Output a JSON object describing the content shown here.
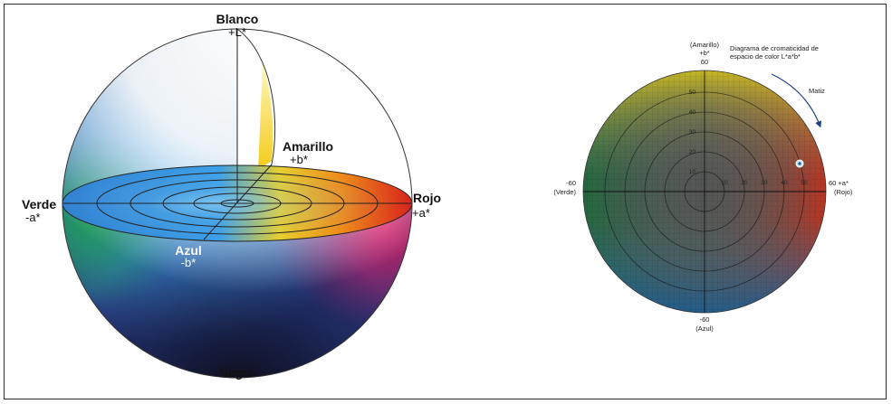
{
  "sphere": {
    "white_label": "Blanco",
    "white_axis": "+L*",
    "yellow_label": "Amarillo",
    "yellow_axis": "+b*",
    "green_label": "Verde",
    "green_axis": "-a*",
    "red_label": "Rojo",
    "red_axis": "+a*",
    "blue_label": "Azul",
    "blue_axis": "-b*",
    "black_label": "Negro"
  },
  "chroma_diagram": {
    "title_line1": "Diagrama de cromaticidad de",
    "title_line2": "espacio de color L*a*b*",
    "top_name": "(Amarillo)",
    "top_axis": "+b*",
    "top_value": "60",
    "bottom_value": "-60",
    "bottom_name": "(Azul)",
    "left_value": "-60",
    "left_name": "(Verde)",
    "right_value": "60 +a*",
    "right_name": "(Rojo)",
    "hue_label": "Matiz",
    "tick_values": [
      "10",
      "20",
      "30",
      "40",
      "50"
    ],
    "colors": {
      "yellow": "#c9b21c",
      "red": "#b8301e",
      "blue": "#1f5f8f",
      "green": "#2c6b37",
      "center": "#5e5e5e"
    }
  }
}
